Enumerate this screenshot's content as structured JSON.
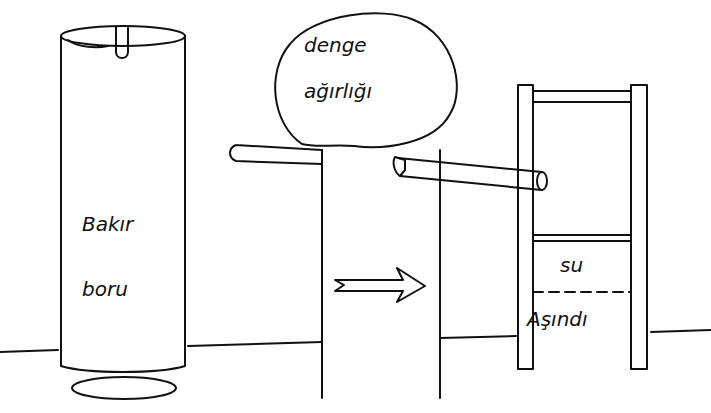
{
  "diagram": {
    "nodes": [
      {
        "text": [
          "Bakır boru"
        ]
      },
      {
        "text": [
          "denge ağırlığı"
        ]
      },
      {
        "text": [
          "su",
          "Aşındı"
        ]
      }
    ]
  }
}
